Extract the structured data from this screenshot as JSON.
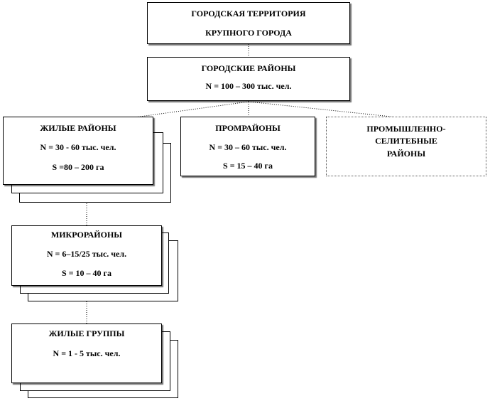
{
  "top": {
    "line1": "ГОРОДСКАЯ ТЕРРИТОРИЯ",
    "line2": "КРУПНОГО ГОРОДА"
  },
  "districts": {
    "title": "ГОРОДСКИЕ РАЙОНЫ",
    "n": "N = 100 – 300 тыс. чел."
  },
  "residential": {
    "title": "ЖИЛЫЕ РАЙОНЫ",
    "n": "N = 30 - 60 тыс. чел.",
    "s": "S =80 – 200 га"
  },
  "industrial": {
    "title": "ПРОМРАЙОНЫ",
    "n": "N = 30 – 60 тыс. чел.",
    "s": "S = 15 – 40 га"
  },
  "mixed": {
    "line1": "ПРОМЫШЛЕННО-",
    "line2": "СЕЛИТЕБНЫЕ",
    "line3": "РАЙОНЫ"
  },
  "microdistricts": {
    "title": "МИКРОРАЙОНЫ",
    "n": "N = 6–15/25  тыс. чел.",
    "s": "S = 10 – 40 га"
  },
  "groups": {
    "title": "ЖИЛЫЕ ГРУППЫ",
    "n": "N = 1 - 5 тыс. чел."
  }
}
